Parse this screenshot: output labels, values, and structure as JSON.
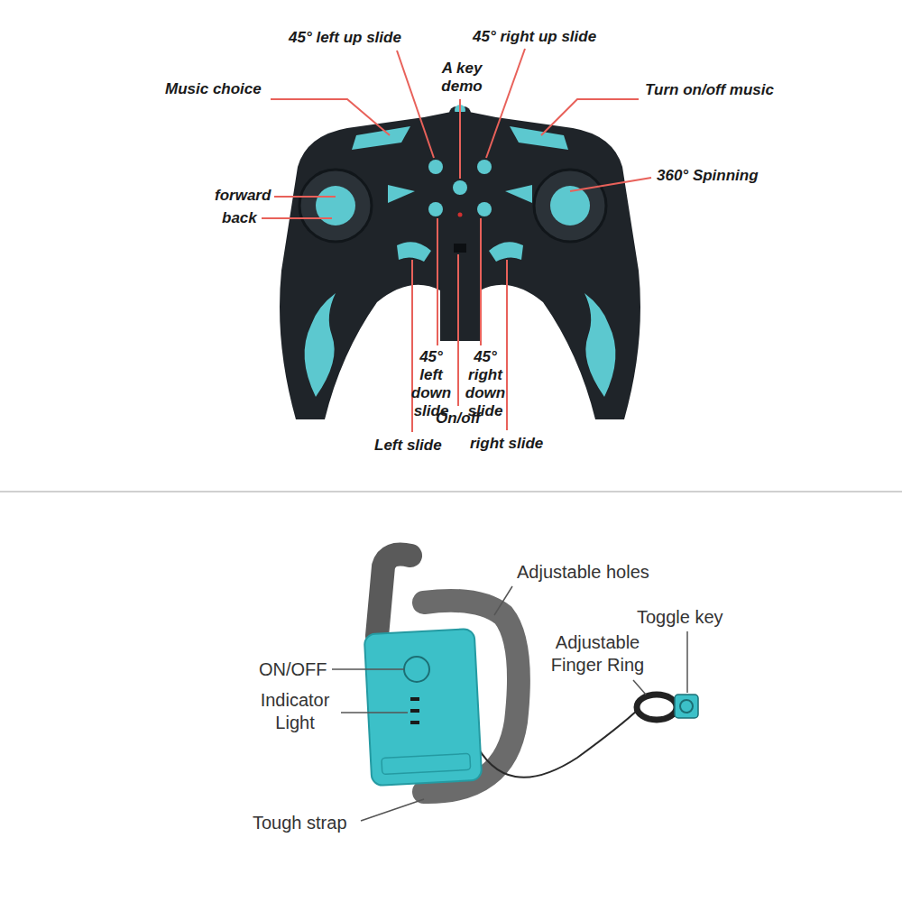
{
  "diagram": {
    "labels": [
      "45° left up slide",
      "45° right up slide",
      "A key demo",
      "Music choice",
      "Turn on/off music",
      "forward",
      "back",
      "360° Spinning",
      "45° left down slide",
      "45° right down slide",
      "On/off",
      "Left slide",
      "right slide",
      "Adjustable holes",
      "Toggle key",
      "Adjustable Finger Ring",
      "ON/OFF",
      "Indicator Light",
      "Tough strap"
    ]
  }
}
